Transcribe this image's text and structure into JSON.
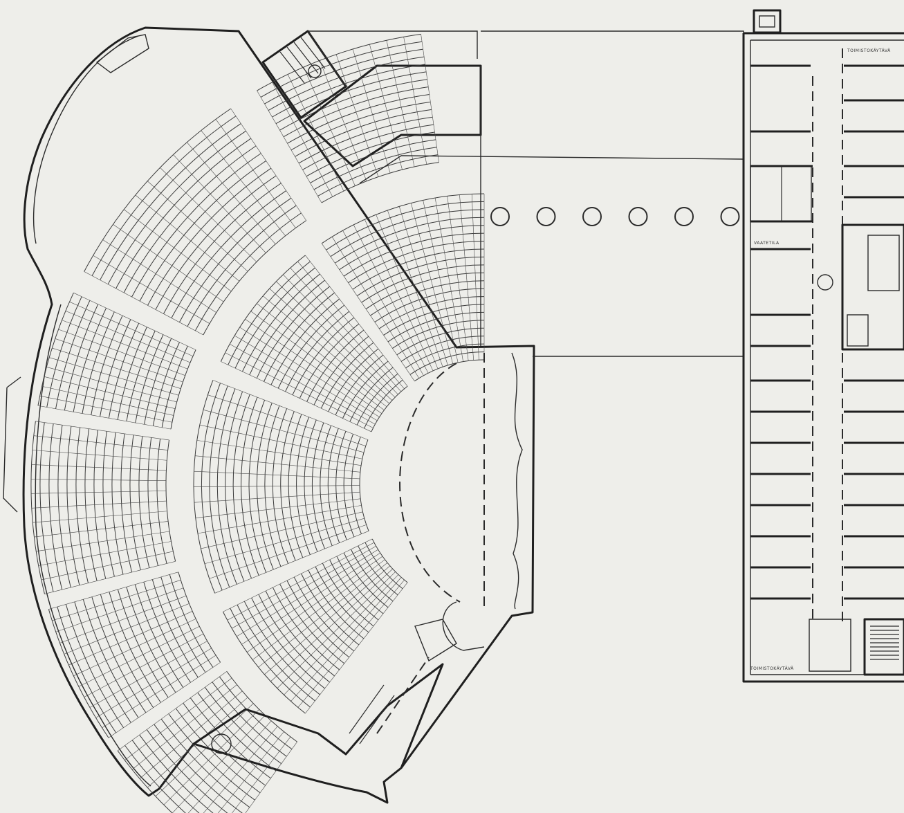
{
  "drawing": {
    "type": "architectural-floor-plan",
    "line_color": "#1f1f1f",
    "paper_color": "#eeeeea"
  },
  "labels": {
    "office_corridor_top": "TOIMISTOKÄYTÄVÄ",
    "office_corridor_bottom": "TOIMISTOKÄYTÄVÄ",
    "lobby": "VAATETILA"
  },
  "seating": {
    "inner_rings": 22,
    "outer_rings": 16
  },
  "lobby_columns": 6
}
